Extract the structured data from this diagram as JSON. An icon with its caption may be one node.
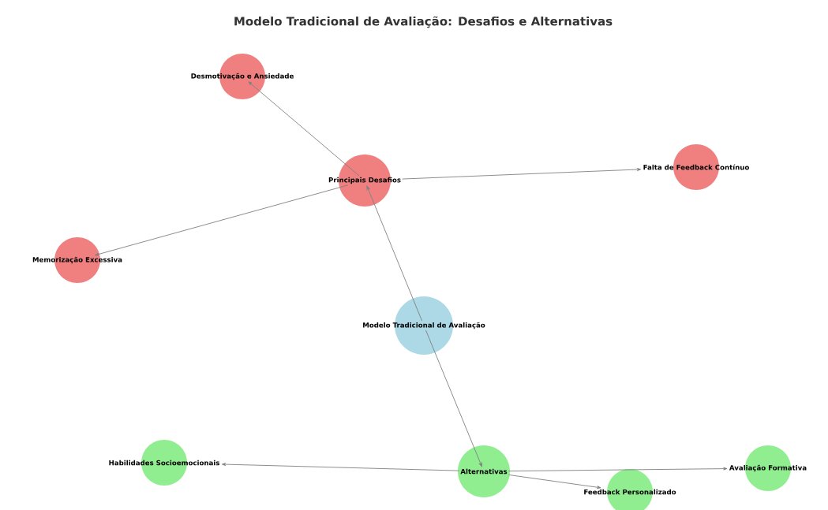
{
  "diagram": {
    "title": "Modelo Tradicional de Avaliação: Desafios e Alternativas",
    "nodes": [
      {
        "text": [
          "Modelo Tradicional de Avaliação"
        ]
      },
      {
        "text": [
          "Principais Desafios"
        ]
      },
      {
        "text": [
          "Desmotivação e Ansiedade"
        ]
      },
      {
        "text": [
          "Falta de Feedback Contínuo"
        ]
      },
      {
        "text": [
          "Memorização Excessiva"
        ]
      },
      {
        "text": [
          "Alternativas"
        ]
      },
      {
        "text": [
          "Habilidades Socioemocionais"
        ]
      },
      {
        "text": [
          "Avaliação Formativa"
        ]
      },
      {
        "text": [
          "Feedback Personalizado"
        ]
      }
    ],
    "edges": [
      {
        "from": 0,
        "to": 1,
        "arrow": "to"
      },
      {
        "from": 0,
        "to": 5,
        "arrow": "to"
      },
      {
        "from": 1,
        "to": 2,
        "arrow": "to"
      },
      {
        "from": 1,
        "to": 3,
        "arrow": "to"
      },
      {
        "from": 1,
        "to": 4,
        "arrow": "to"
      },
      {
        "from": 5,
        "to": 6,
        "arrow": "to"
      },
      {
        "from": 5,
        "to": 7,
        "arrow": "to"
      },
      {
        "from": 5,
        "to": 8,
        "arrow": "to"
      }
    ]
  }
}
